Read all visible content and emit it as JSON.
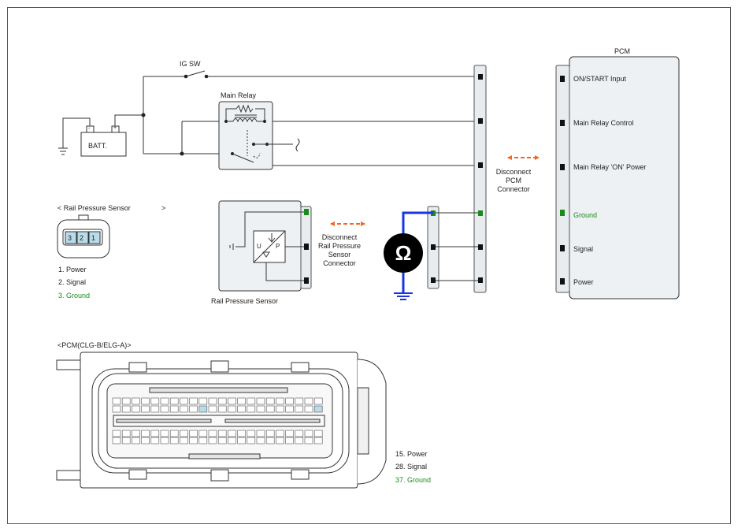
{
  "colors": {
    "ground_green": "#1a8a1a",
    "arrow_orange": "#f26522",
    "ground_wire_blue": "#1b34e0",
    "meter_black": "#000000",
    "connector_fill": "#e8ecee",
    "pcm_body_fill": "#eef1f3"
  },
  "power_circuit": {
    "ig_sw": "IG SW",
    "main_relay": "Main Relay",
    "battery": "BATT.",
    "batt_neg": "-",
    "batt_pos": "+"
  },
  "pcm": {
    "title": "PCM",
    "pins": [
      {
        "label": "ON/START Input",
        "color": "#222222"
      },
      {
        "label": "Main Relay Control",
        "color": "#222222"
      },
      {
        "label": "Main Relay 'ON' Power",
        "color": "#222222"
      },
      {
        "label": "Ground",
        "color": "#1a8a1a"
      },
      {
        "label": "Signal",
        "color": "#222222"
      },
      {
        "label": "Power",
        "color": "#222222"
      }
    ],
    "disconnect_label_lines": [
      "Disconnect",
      "PCM",
      "Connector"
    ]
  },
  "sensor": {
    "connector_title": "< Rail Pressure Sensor",
    "connector_title_close": ">",
    "pin_numbers": [
      "3",
      "2",
      "1"
    ],
    "pin_legend": [
      {
        "text": "1. Power",
        "color": "#222222"
      },
      {
        "text": "2. Signal",
        "color": "#222222"
      },
      {
        "text": "3. Ground",
        "color": "#1a8a1a"
      }
    ],
    "label": "Rail Pressure Sensor",
    "symbol_u": "U",
    "symbol_p": "P",
    "disconnect_label_lines": [
      "Disconnect",
      "Rail Pressure",
      "Sensor",
      "Connector"
    ]
  },
  "meter": {
    "symbol": "Ω"
  },
  "pcm_connector": {
    "title": "<PCM(CLG-B/ELG-A)>",
    "pin_legend": [
      {
        "text": "15.    Power",
        "color": "#222222"
      },
      {
        "text": "28. Signal",
        "color": "#222222"
      },
      {
        "text": "37. Ground",
        "color": "#1a8a1a"
      }
    ]
  }
}
